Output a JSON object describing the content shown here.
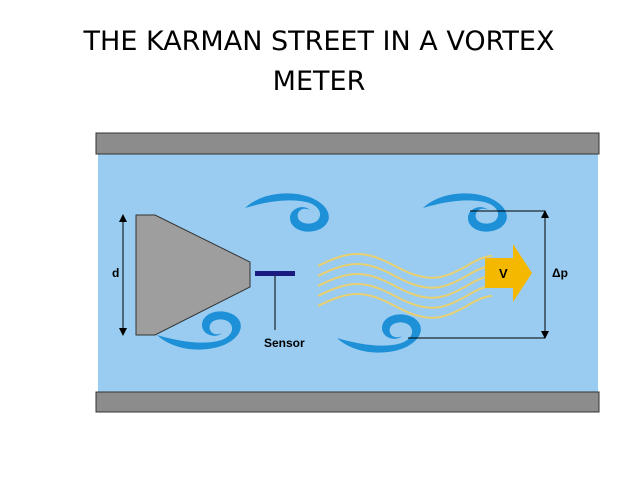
{
  "title": {
    "line1": "THE KARMAN STREET IN A VORTEX",
    "line2": "METER"
  },
  "diagram": {
    "labels": {
      "d": "d",
      "sensor": "Sensor",
      "velocity": "V",
      "delta_p": "Δp"
    },
    "colors": {
      "flow_background": "#99ccf0",
      "pipe_wall": "#8c8c8c",
      "bluff_body": "#9e9e9e",
      "vortex": "#1e90d8",
      "sensor": "#1a1a80",
      "flow_lines": "#e8d070",
      "arrow": "#f5b800"
    }
  }
}
